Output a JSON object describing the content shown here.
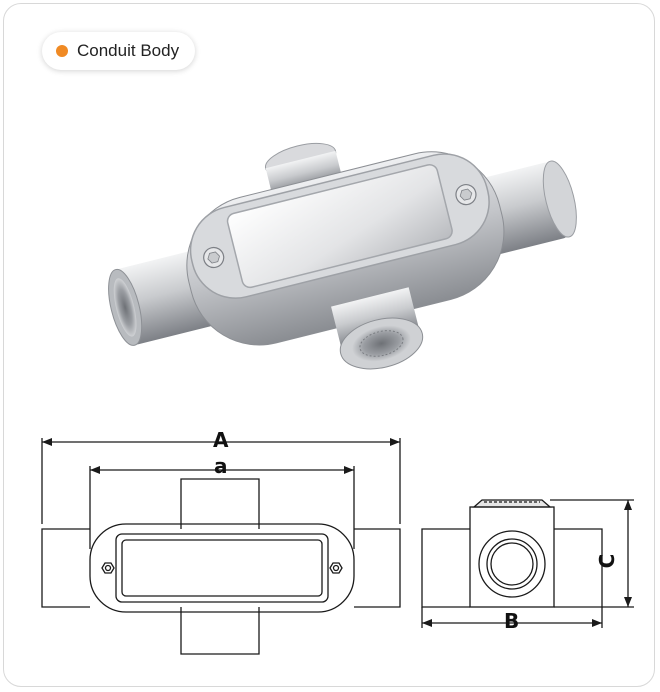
{
  "badge": {
    "label": "Conduit Body",
    "dot_color": "#f08a24"
  },
  "drawing": {
    "front_view": {
      "overall_length_label": "A",
      "cover_length_label": "a"
    },
    "side_view": {
      "width_label": "B",
      "height_label": "C"
    }
  },
  "colors": {
    "line": "#1a1a1a",
    "metal_light": "#e8e9eb",
    "metal_dark": "#8c8f94"
  }
}
